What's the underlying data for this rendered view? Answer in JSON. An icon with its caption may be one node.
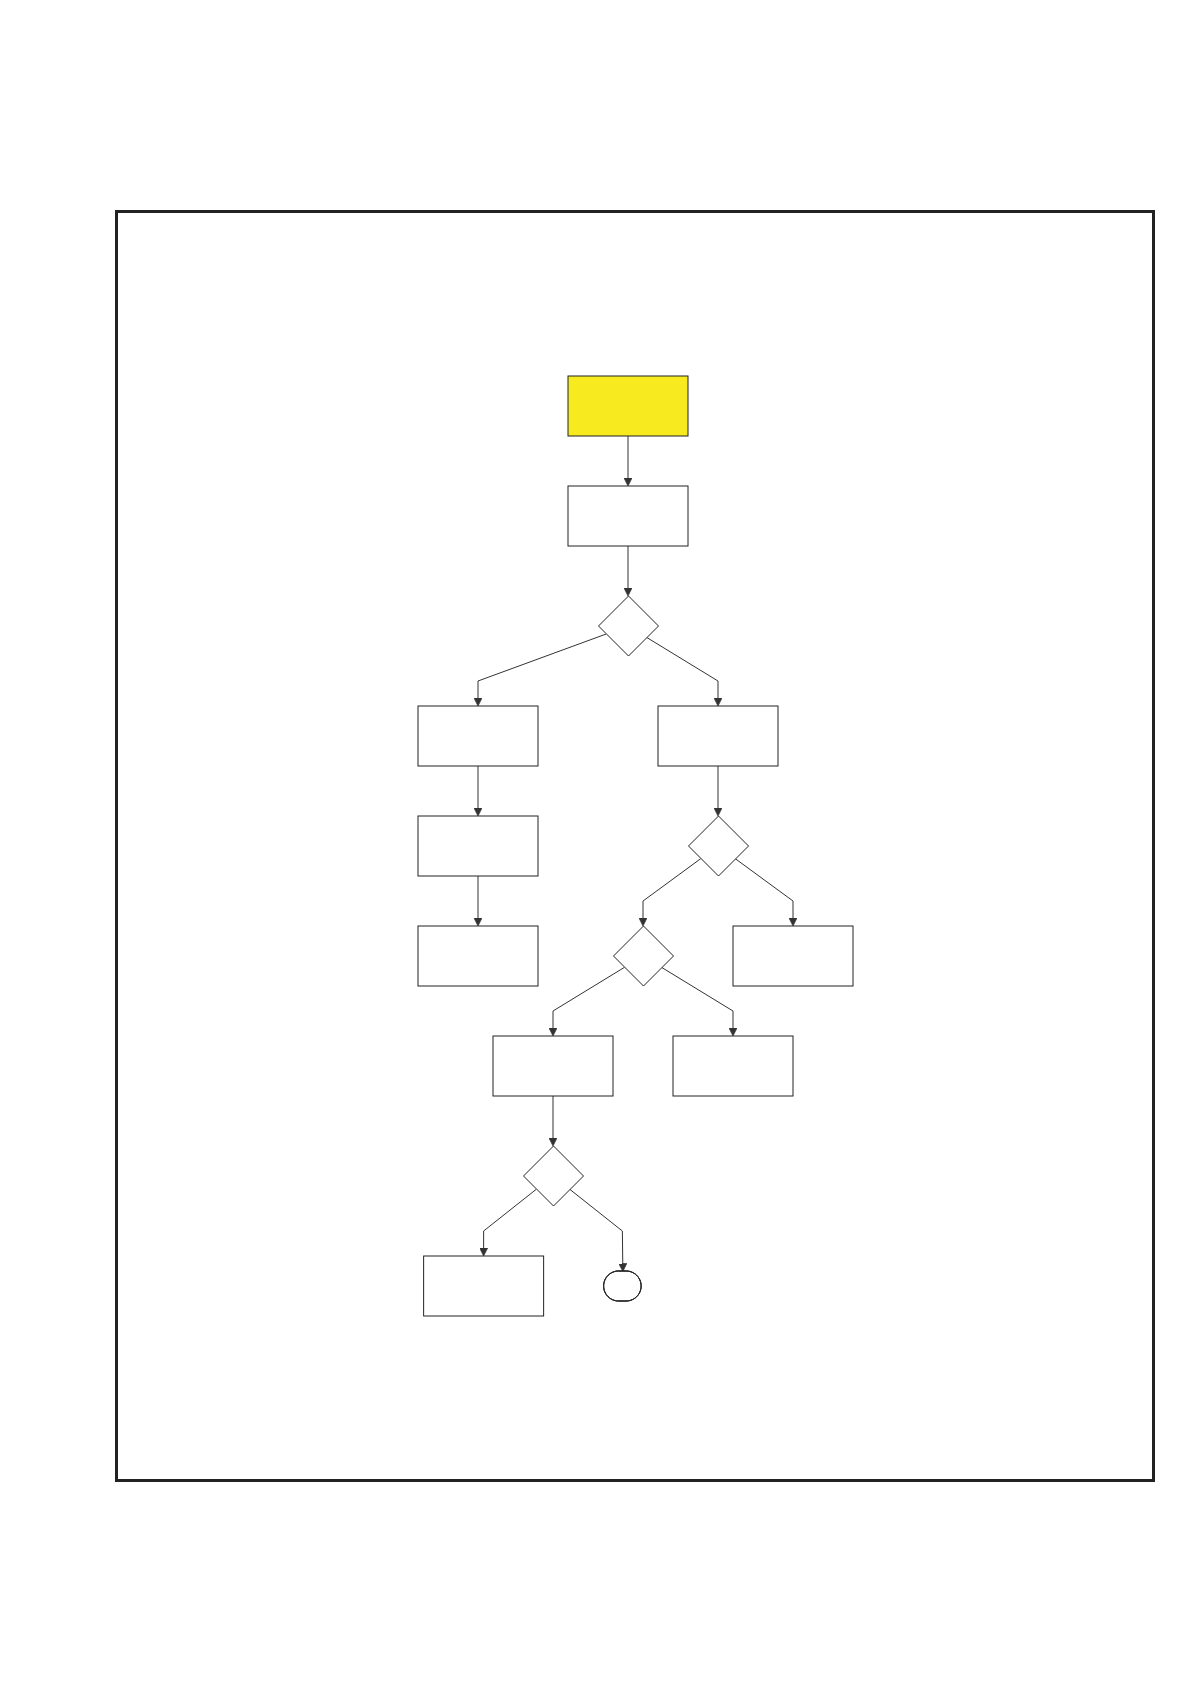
{
  "diagram": {
    "nodes": [
      {
        "text": [],
        "shape": "box"
      },
      {
        "text": [],
        "shape": "box"
      },
      {
        "text": [],
        "shape": "diamond"
      },
      {
        "text": [],
        "shape": "box"
      },
      {
        "text": [],
        "shape": "box"
      },
      {
        "text": [],
        "shape": "box"
      },
      {
        "text": [],
        "shape": "box"
      },
      {
        "text": [],
        "shape": "diamond"
      },
      {
        "text": [],
        "shape": "diamond"
      },
      {
        "text": [],
        "shape": "box"
      },
      {
        "text": [],
        "shape": "box"
      },
      {
        "text": [],
        "shape": "box"
      },
      {
        "text": [],
        "shape": "diamond"
      },
      {
        "text": [],
        "shape": "box"
      },
      {
        "text": [],
        "shape": "stadium"
      }
    ],
    "edges": [
      {
        "from": 0,
        "to": 1,
        "arrow": "to"
      },
      {
        "from": 1,
        "to": 2,
        "arrow": "to"
      },
      {
        "from": 2,
        "to": 3,
        "arrow": "to"
      },
      {
        "from": 3,
        "to": 4,
        "arrow": "to"
      },
      {
        "from": 4,
        "to": 6,
        "arrow": "to"
      },
      {
        "from": 2,
        "to": 5,
        "arrow": "to"
      },
      {
        "from": 5,
        "to": 7,
        "arrow": "to"
      },
      {
        "from": 7,
        "to": 8,
        "arrow": "to"
      },
      {
        "from": 7,
        "to": 9,
        "arrow": "to"
      },
      {
        "from": 8,
        "to": 10,
        "arrow": "to"
      },
      {
        "from": 8,
        "to": 11,
        "arrow": "to"
      },
      {
        "from": 10,
        "to": 12,
        "arrow": "to"
      },
      {
        "from": 12,
        "to": 13,
        "arrow": "to"
      },
      {
        "from": 12,
        "to": 14,
        "arrow": "to"
      }
    ]
  }
}
